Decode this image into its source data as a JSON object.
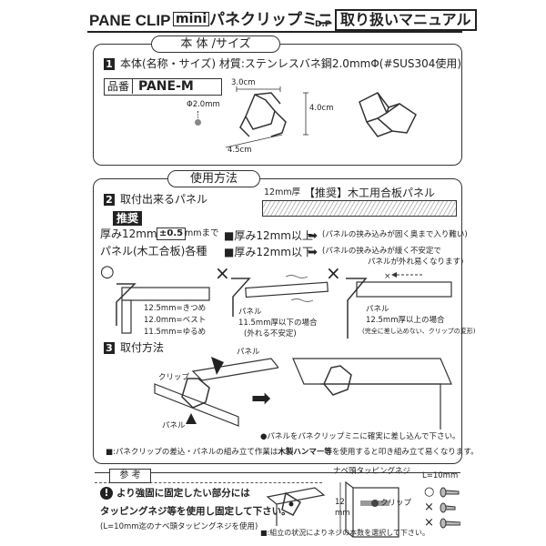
{
  "header": {
    "brand": "PANE CLIP",
    "mini": "mini",
    "jp_title": "パネクリップミニ",
    "dp": "D.P",
    "manual": "取り扱いマニュアル"
  },
  "section1": {
    "tab": "本 体 /サイズ",
    "number": "1",
    "spec": "本体(名称・サイズ) 材質:ステンレスバネ鋼2.0mmΦ(#SUS304使用)",
    "hinban_label": "品番",
    "hinban_value": "PANE-M",
    "dim_diameter": "Φ2.0mm",
    "dim_width": "3.0cm",
    "dim_height": "4.0cm",
    "dim_depth": "4.5cm"
  },
  "section2": {
    "tab": "使用方法",
    "number": "2",
    "heading": "取付出来るパネル",
    "recommend_badge": "推奨",
    "thickness_main": "厚み12mm",
    "thickness_tol": "±0.5",
    "thickness_unit": "mmまで",
    "panel_type": "パネル(木工合板)各種",
    "panel_thickness_label": "12mm厚",
    "panel_recommend": "【推奨】木工用合板パネル",
    "rule_above": "■厚み12mm以上",
    "rule_above_note": "(パネルの挟み込みが固く奥まで入り難い)",
    "rule_below": "■厚み12mm以下",
    "rule_below_note_1": "(パネルの挟み込みが緩く不安定で",
    "rule_below_note_2": "パネルが外れ易くなります)",
    "mark_ok": "○",
    "mark_ng1": "×",
    "mark_ng2": "×",
    "fit_1": "12.5mm=きつめ",
    "fit_2": "12.0mm=ベスト",
    "fit_3": "11.5mm=ゆるめ",
    "ng1_label": "パネル",
    "ng1_note_1": "11.5mm厚以下の場合",
    "ng1_note_2": "(外れる不安定)",
    "ng2_label": "パネル",
    "ng2_note_1": "12.5mm厚以上の場合",
    "ng2_note_2": "(完全に差し込めない、クリップの変形)"
  },
  "section3": {
    "number": "3",
    "heading": "取付方法",
    "label_panel_top": "パネル",
    "label_clip": "クリップ",
    "label_panel_bottom": "パネル",
    "instruction": "●パネルをパネクリップミニに確実に差し込んで下さい。",
    "note_prefix": "■:パネクリップの差込・パネルの組み立て作業は",
    "note_bold": "木製ハンマー等",
    "note_suffix": "を使用すると叩き組み立て易くなります。"
  },
  "reference": {
    "tab": "参 考",
    "warn_line1": "より強固に固定したい部分には",
    "warn_line2": "タッピングネジ等を使用し固定して下さい。",
    "warn_line3": "(L=10mm迄のナベ頭タッピングネジを使用)",
    "screw_label": "ナベ頭タッピングネジ",
    "screw_length": "L=10mm",
    "clip_label": "クリップ",
    "dim_12": "12",
    "dim_mm": "mm",
    "mark_ok": "○",
    "mark_ng1": "×",
    "mark_ng2": "×",
    "footnote": "■:組立の状況によりネジの本数を選択して下さい。"
  }
}
